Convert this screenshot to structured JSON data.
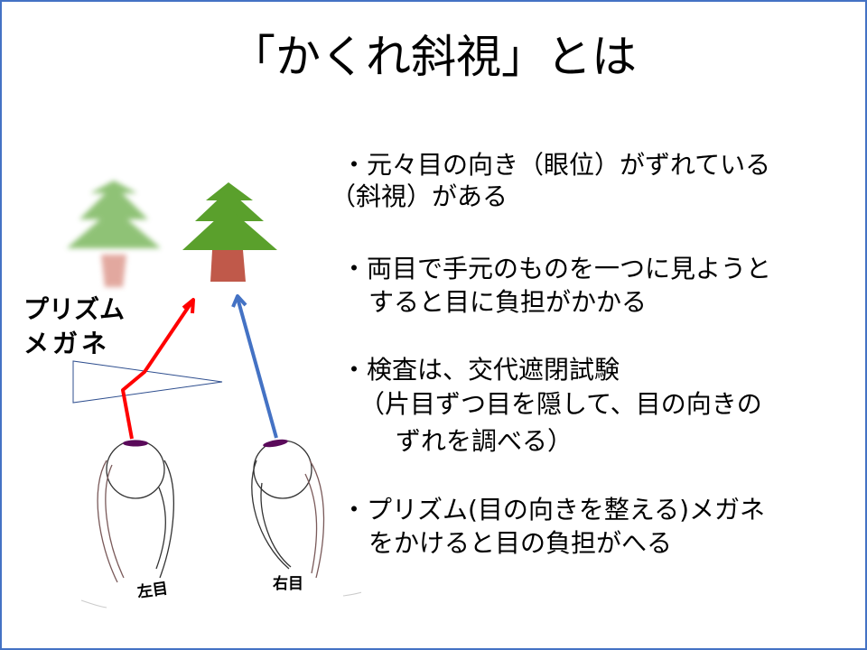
{
  "slide": {
    "title": "「かくれ斜視」とは",
    "bullets": [
      {
        "lines": [
          "・元々目の向き（眼位）がずれている",
          "（斜視）がある"
        ]
      },
      {
        "lines": [
          "・両目で手元のものを一つに見ようと",
          "すると目に負担がかかる"
        ]
      },
      {
        "lines": [
          "・検査は、交代遮閉試験",
          "（片目ずつ目を隠して、目の向きの",
          "ずれを調べる）"
        ]
      },
      {
        "lines": [
          "・プリズム(目の向きを整える)メガネ",
          "をかけると目の負担がへる"
        ]
      }
    ]
  },
  "illustration": {
    "prism_label": [
      "プリズム",
      "メガネ"
    ],
    "left_eye_label": "左目",
    "right_eye_label": "右目",
    "colors": {
      "tree_green": "#5aa02c",
      "trunk": "#c0594a",
      "left_path": "#ff0000",
      "right_path": "#4472c4",
      "prism": "#2f4f8f",
      "pupil": "#5a0a5a"
    }
  }
}
